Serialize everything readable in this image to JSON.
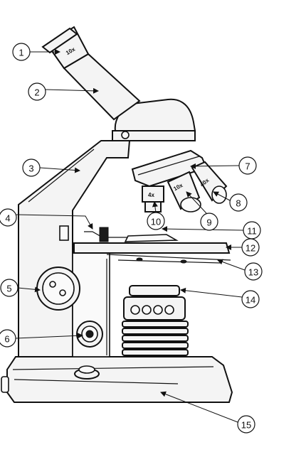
{
  "diagram": {
    "eyepiece_marking": "10x",
    "objective_markings": [
      "4x",
      "10x",
      "40x"
    ],
    "callouts": [
      "1",
      "2",
      "3",
      "4",
      "5",
      "6",
      "7",
      "8",
      "9",
      "10",
      "11",
      "12",
      "13",
      "14",
      "15"
    ]
  }
}
